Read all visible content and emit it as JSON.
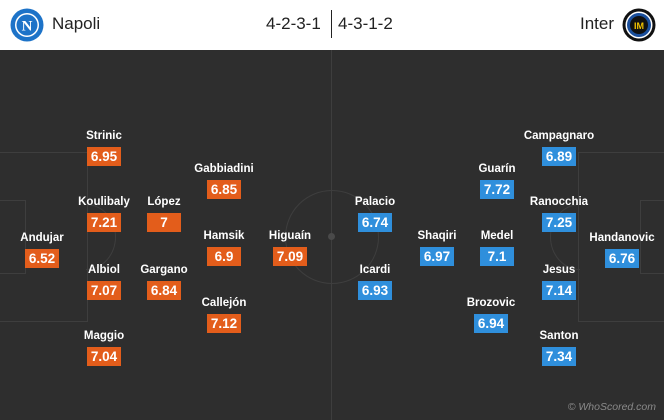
{
  "home": {
    "name": "Napoli",
    "formation": "4-2-3-1",
    "color": "#e35d1b",
    "badge_icon": "napoli-crest-icon",
    "players": [
      {
        "name": "Andujar",
        "rating": "6.52"
      },
      {
        "name": "Strinic",
        "rating": "6.95"
      },
      {
        "name": "Koulibaly",
        "rating": "7.21"
      },
      {
        "name": "Albiol",
        "rating": "7.07"
      },
      {
        "name": "Maggio",
        "rating": "7.04"
      },
      {
        "name": "López",
        "rating": "7"
      },
      {
        "name": "Gargano",
        "rating": "6.84"
      },
      {
        "name": "Gabbiadini",
        "rating": "6.85"
      },
      {
        "name": "Hamsik",
        "rating": "6.9"
      },
      {
        "name": "Callejón",
        "rating": "7.12"
      },
      {
        "name": "Higuaín",
        "rating": "7.09"
      }
    ]
  },
  "away": {
    "name": "Inter",
    "formation": "4-3-1-2",
    "color": "#2f8fdc",
    "badge_icon": "inter-crest-icon",
    "players": [
      {
        "name": "Handanovic",
        "rating": "6.76"
      },
      {
        "name": "Campagnaro",
        "rating": "6.89"
      },
      {
        "name": "Ranocchia",
        "rating": "7.25"
      },
      {
        "name": "Jesus",
        "rating": "7.14"
      },
      {
        "name": "Santon",
        "rating": "7.34"
      },
      {
        "name": "Guarín",
        "rating": "7.72"
      },
      {
        "name": "Medel",
        "rating": "7.1"
      },
      {
        "name": "Brozovic",
        "rating": "6.94"
      },
      {
        "name": "Shaqiri",
        "rating": "6.97"
      },
      {
        "name": "Palacio",
        "rating": "6.74"
      },
      {
        "name": "Icardi",
        "rating": "6.93"
      }
    ]
  },
  "watermark": "© WhoScored.com"
}
